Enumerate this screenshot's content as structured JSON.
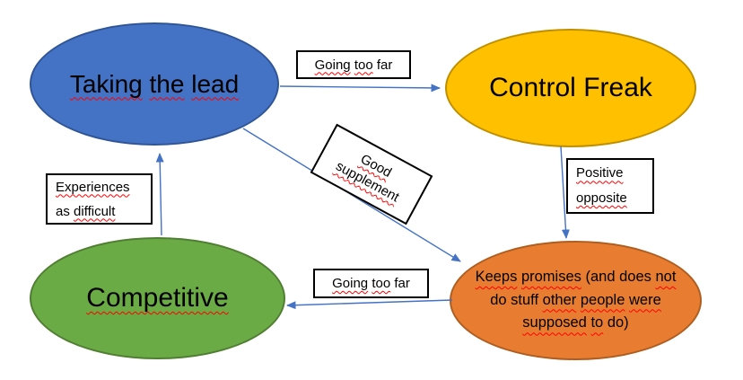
{
  "colors": {
    "connector": "#4472C4",
    "squiggle": "#FF0000",
    "box-border": "#000000",
    "node-blue": "#4472C4",
    "node-blue-border": "#2F5597",
    "node-gold": "#FFC000",
    "node-gold-border": "#BF8F00",
    "node-green": "#6BAB46",
    "node-green-border": "#507E32",
    "node-orange": "#E87D31",
    "node-orange-border": "#AE5E21"
  },
  "nodes": {
    "taking_the_lead": {
      "text": "Taking the lead",
      "marked": [
        "Taking",
        "the",
        "lead"
      ]
    },
    "control_freak": {
      "text": "Control Freak",
      "marked": []
    },
    "competitive": {
      "text": "Competitive",
      "marked": [
        "Competitive"
      ]
    },
    "keeps_promises": {
      "text": "Keeps promises (and does not\ndo stuff other people were\nsupposed to do)",
      "marked": [
        "Keeps",
        "promises",
        "not",
        "other",
        "people",
        "were",
        "supposed",
        "to"
      ]
    }
  },
  "edge_labels": {
    "going_too_far_top": {
      "text": "Going too far",
      "marked": [
        "Going",
        "too"
      ]
    },
    "good_supplement": {
      "text": "Good\nsupplement",
      "marked": [
        "Good",
        "supplement"
      ]
    },
    "positive_opposite": {
      "text": "Positive\nopposite",
      "marked": [
        "Positive",
        "opposite"
      ]
    },
    "going_too_far_bottom": {
      "text": "Going too far",
      "marked": [
        "Going",
        "too"
      ]
    },
    "experiences_as_difficult": {
      "text": "Experiences\nas difficult",
      "marked": [
        "Experiences",
        "difficult"
      ]
    }
  },
  "edges": [
    {
      "from": "taking_the_lead",
      "to": "control_freak",
      "label": "Going too far"
    },
    {
      "from": "taking_the_lead",
      "to": "keeps_promises",
      "label": "Good supplement"
    },
    {
      "from": "control_freak",
      "to": "keeps_promises",
      "label": "Positive opposite"
    },
    {
      "from": "keeps_promises",
      "to": "competitive",
      "label": "Going too far"
    },
    {
      "from": "competitive",
      "to": "taking_the_lead",
      "label": "Experiences as difficult"
    }
  ]
}
